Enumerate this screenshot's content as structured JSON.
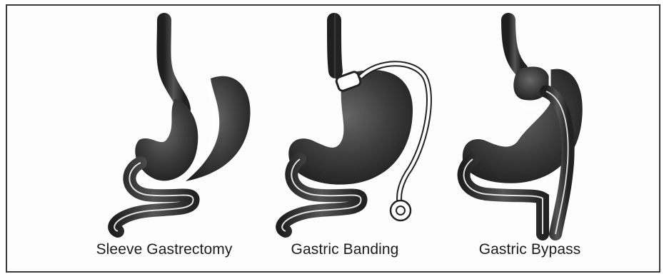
{
  "procedures": [
    {
      "label": "Sleeve Gastrectomy"
    },
    {
      "label": "Gastric Banding"
    },
    {
      "label": "Gastric Bypass"
    }
  ],
  "colors": {
    "frame": "#3a3a3a",
    "organ_dark": "#2a2a2a",
    "organ_mid": "#5a5a5a",
    "highlight": "#ffffff"
  },
  "icons": [
    "stomach-sleeve-illustration",
    "stomach-band-illustration",
    "stomach-bypass-illustration"
  ]
}
